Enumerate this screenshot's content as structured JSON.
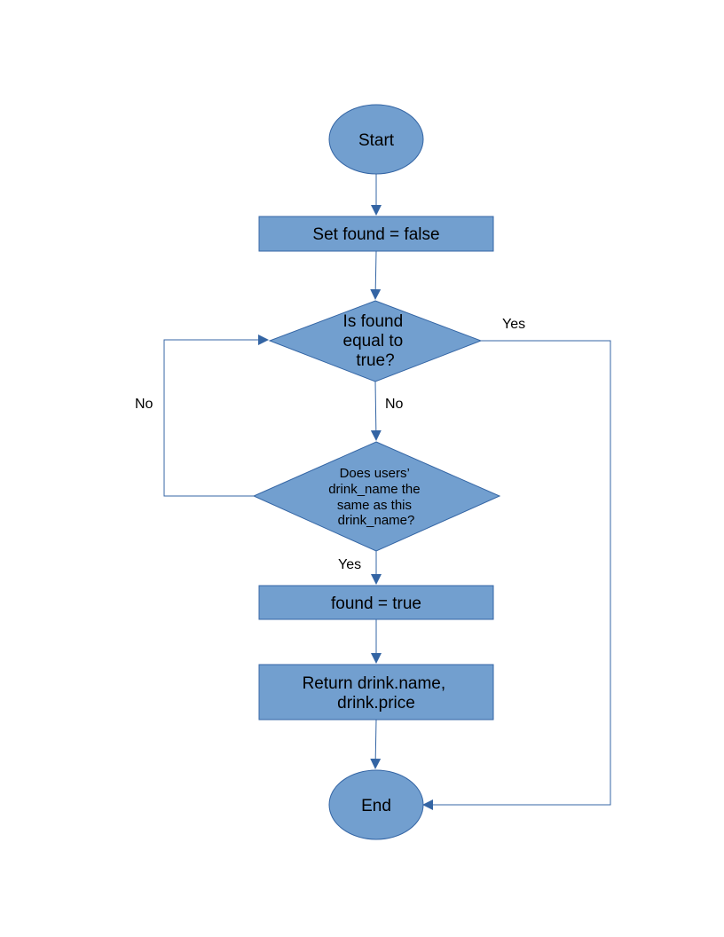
{
  "diagram": {
    "nodes": {
      "start": {
        "lines": [
          "Start"
        ]
      },
      "set_found": {
        "lines": [
          "Set found = false"
        ]
      },
      "check_found": {
        "lines": [
          "Is found",
          "equal to",
          "true?"
        ]
      },
      "compare_name": {
        "lines": [
          "Does users’",
          "drink_name the",
          "same as this",
          "drink_name?"
        ]
      },
      "set_true": {
        "lines": [
          "found = true"
        ]
      },
      "return_drink": {
        "lines": [
          "Return drink.name,",
          "drink.price"
        ]
      },
      "end": {
        "lines": [
          "End"
        ]
      }
    },
    "edges": {
      "check_yes": "Yes",
      "check_no": "No",
      "compare_no": "No",
      "compare_yes": "Yes"
    },
    "colors": {
      "fill": "#729fcf",
      "stroke": "#3465a4",
      "text": "#000000"
    }
  }
}
